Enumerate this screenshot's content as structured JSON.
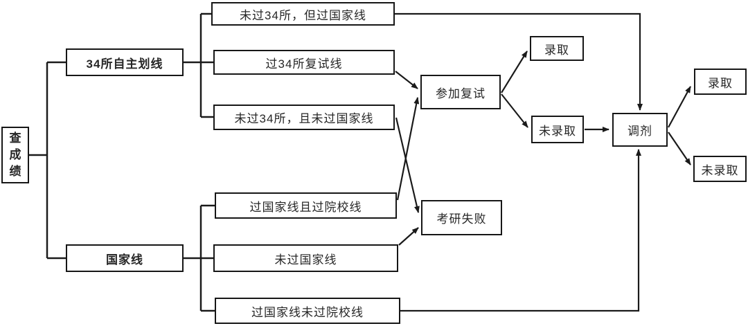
{
  "diagram": {
    "colors": {
      "line": "#1a1a1a",
      "box_border": "#161616",
      "box_bg": "#ffffff",
      "text": "#262626"
    },
    "nodes": {
      "check_score": {
        "label": "查成绩"
      },
      "line34": {
        "label": "34所自主划线"
      },
      "national_line": {
        "label": "国家线"
      },
      "fail34_pass_national": {
        "label": "未过34所，但过国家线"
      },
      "pass34_retest_line": {
        "label": "过34所复试线"
      },
      "fail34_fail_national": {
        "label": "未过34所，且未过国家线"
      },
      "pass_national_pass_school": {
        "label": "过国家线且过院校线"
      },
      "fail_national": {
        "label": "未过国家线"
      },
      "pass_national_fail_school": {
        "label": "过国家线未过院校线"
      },
      "retest": {
        "label": "参加复试"
      },
      "retest_admitted": {
        "label": "录取"
      },
      "retest_not_admitted": {
        "label": "未录取"
      },
      "transfer": {
        "label": "调剂"
      },
      "transfer_admitted": {
        "label": "录取"
      },
      "transfer_not_admitted": {
        "label": "未录取"
      },
      "exam_failed": {
        "label": "考研失败"
      }
    },
    "edges": [
      {
        "from": "check_score",
        "to": "line34",
        "arrow": false
      },
      {
        "from": "check_score",
        "to": "national_line",
        "arrow": false
      },
      {
        "from": "line34",
        "to": "fail34_pass_national",
        "arrow": false
      },
      {
        "from": "line34",
        "to": "pass34_retest_line",
        "arrow": false
      },
      {
        "from": "line34",
        "to": "fail34_fail_national",
        "arrow": false
      },
      {
        "from": "national_line",
        "to": "pass_national_pass_school",
        "arrow": false
      },
      {
        "from": "national_line",
        "to": "fail_national",
        "arrow": false
      },
      {
        "from": "national_line",
        "to": "pass_national_fail_school",
        "arrow": false
      },
      {
        "from": "fail34_pass_national",
        "to": "transfer",
        "arrow": true
      },
      {
        "from": "pass34_retest_line",
        "to": "retest",
        "arrow": true
      },
      {
        "from": "fail34_fail_national",
        "to": "exam_failed",
        "arrow": true
      },
      {
        "from": "pass_national_pass_school",
        "to": "retest",
        "arrow": true
      },
      {
        "from": "fail_national",
        "to": "exam_failed",
        "arrow": true
      },
      {
        "from": "retest",
        "to": "retest_admitted",
        "arrow": true
      },
      {
        "from": "retest",
        "to": "retest_not_admitted",
        "arrow": true
      },
      {
        "from": "retest_not_admitted",
        "to": "transfer",
        "arrow": true
      },
      {
        "from": "pass_national_fail_school",
        "to": "transfer",
        "arrow": true
      },
      {
        "from": "transfer",
        "to": "transfer_admitted",
        "arrow": true
      },
      {
        "from": "transfer",
        "to": "transfer_not_admitted",
        "arrow": true
      }
    ]
  }
}
